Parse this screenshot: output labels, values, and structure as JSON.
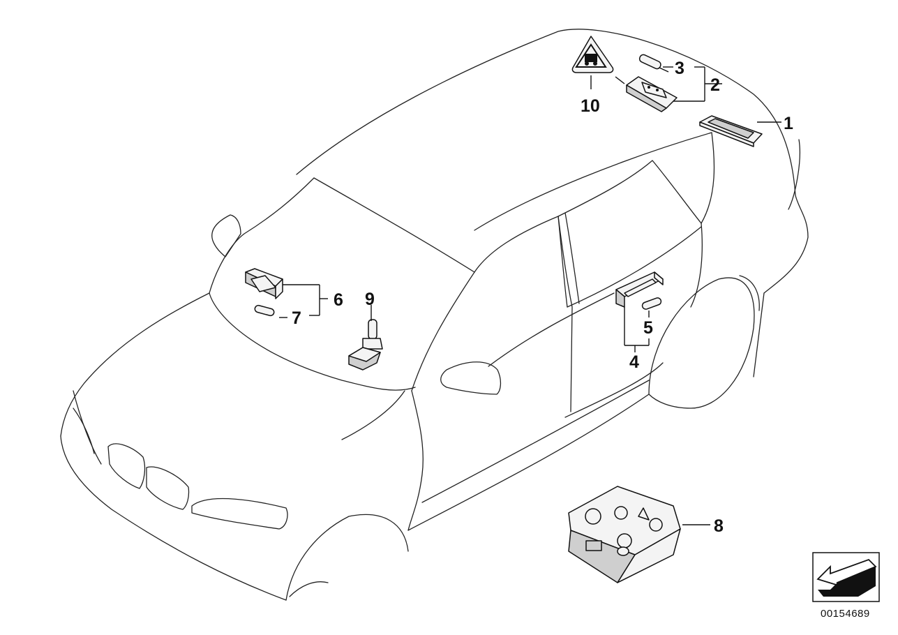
{
  "diagram": {
    "callouts": [
      "1",
      "2",
      "3",
      "4",
      "5",
      "6",
      "7",
      "8",
      "9",
      "10"
    ],
    "reference_number": "00154689",
    "icons": [
      "nav-arrow-icon",
      "warning-triangle-icon"
    ]
  }
}
